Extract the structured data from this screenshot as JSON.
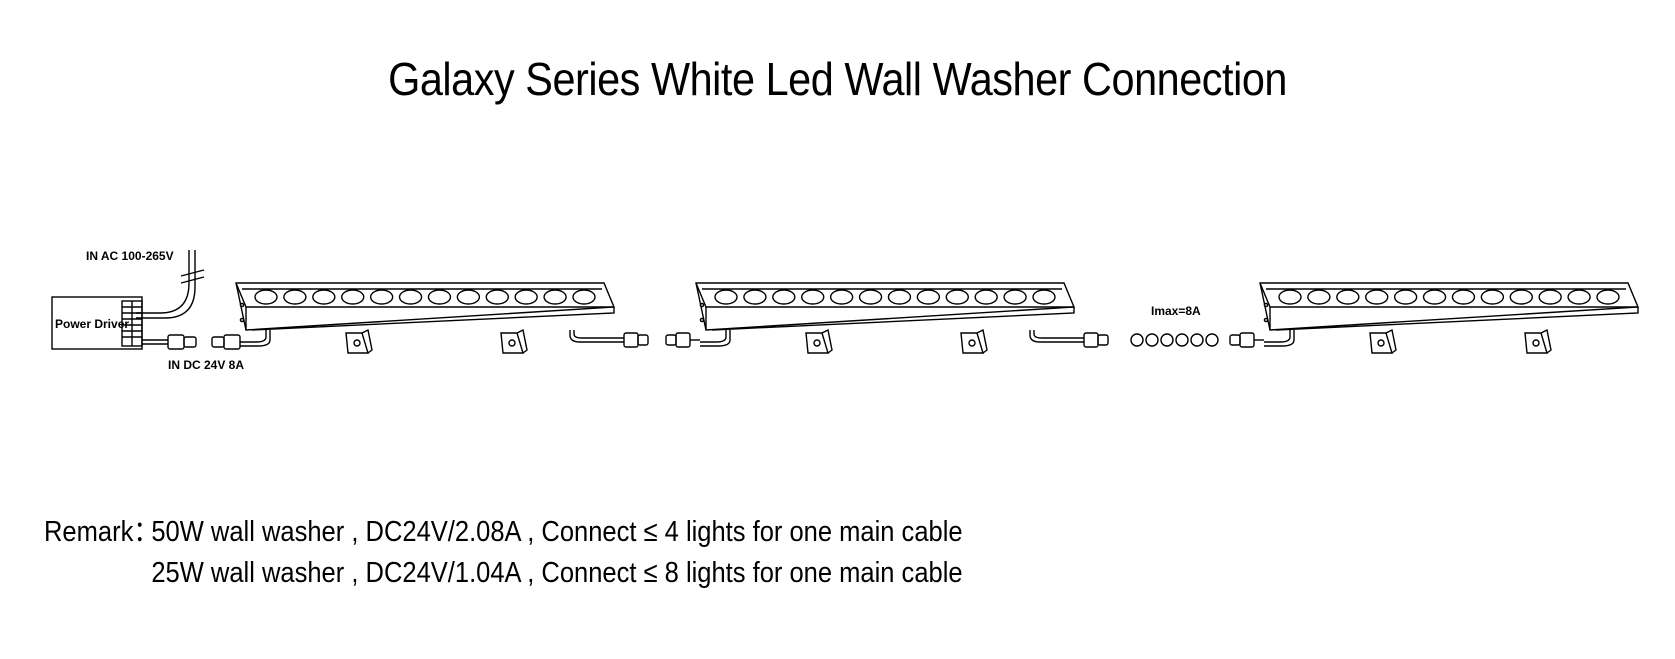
{
  "title": "Galaxy Series White Led Wall Washer Connection",
  "labels": {
    "ac_input": "IN AC 100-265V",
    "power_driver": "Power Driver",
    "dc_input": "IN DC 24V 8A",
    "imax": "Imax=8A"
  },
  "remark": {
    "prefix": "Remark：",
    "lines": [
      "50W wall washer , DC24V/2.08A , Connect ≤ 4 lights for one main cable",
      "25W wall washer , DC24V/1.04A , Connect ≤ 8 lights for one main cable"
    ]
  },
  "fixtures": [
    {
      "name": "wall-washer-1",
      "lens_count": 12
    },
    {
      "name": "wall-washer-2",
      "lens_count": 12
    },
    {
      "name": "wall-washer-3",
      "lens_count": 12
    }
  ],
  "continuation_dots": 6
}
